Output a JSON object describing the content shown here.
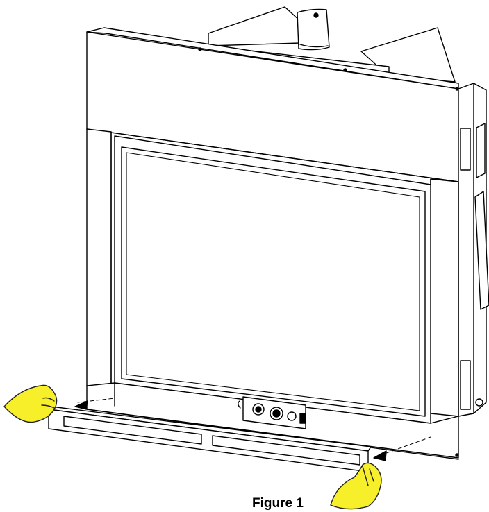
{
  "figure": {
    "caption": "Figure 1",
    "colors": {
      "line": "#000000",
      "panel": "#ffffff",
      "glass_fill": "#ffffff",
      "hand": "#f7ef2a",
      "hand_outline": "#222222"
    },
    "icons": [
      "fireplace-unit",
      "glass-front-panel",
      "gas-valve",
      "left-hand-icon",
      "right-hand-icon",
      "direction-arrow-icon"
    ]
  }
}
